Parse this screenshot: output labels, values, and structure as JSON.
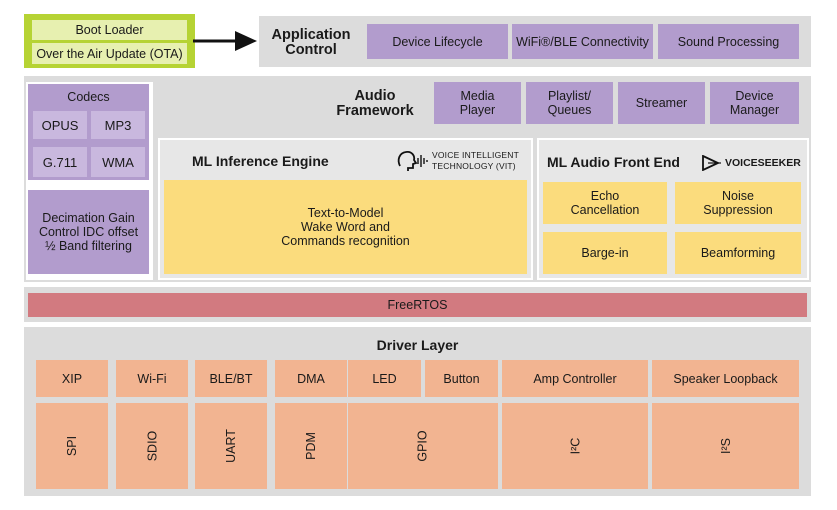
{
  "boot": {
    "boot_loader": "Boot Loader",
    "ota": "Over the Air Update (OTA)"
  },
  "app_control": {
    "title_line1": "Application",
    "title_line2": "Control",
    "items": [
      "Device Lifecycle",
      "WiFi®/BLE Connectivity",
      "Sound Processing"
    ]
  },
  "codecs": {
    "title": "Codecs",
    "items": [
      "OPUS",
      "MP3",
      "G.711",
      "WMA"
    ],
    "decimation": [
      "Decimation Gain",
      "Control IDC offset",
      "½ Band filtering"
    ]
  },
  "audio_framework": {
    "title_line1": "Audio",
    "title_line2": "Framework",
    "items": [
      {
        "l1": "Media",
        "l2": "Player"
      },
      {
        "l1": "Playlist/",
        "l2": "Queues"
      },
      {
        "l1": "Streamer",
        "l2": ""
      },
      {
        "l1": "Device",
        "l2": "Manager"
      }
    ]
  },
  "ml_inference": {
    "title": "ML Inference Engine",
    "vit_line1": "VOICE INTELLIGENT",
    "vit_line2": "TECHNOLOGY (VIT)",
    "body": [
      "Text-to-Model",
      "Wake Word and",
      "Commands recognition"
    ]
  },
  "ml_frontend": {
    "title": "ML Audio Front End",
    "brand": "VOICESEEKER",
    "items": [
      {
        "l1": "Echo",
        "l2": "Cancellation"
      },
      {
        "l1": "Noise",
        "l2": "Suppression"
      },
      {
        "l1": "Barge-in",
        "l2": ""
      },
      {
        "l1": "Beamforming",
        "l2": ""
      }
    ]
  },
  "rtos": {
    "label": "FreeRTOS"
  },
  "driver": {
    "title": "Driver Layer",
    "top": [
      "XIP",
      "Wi-Fi",
      "BLE/BT",
      "DMA",
      "LED",
      "Button",
      "Amp Controller",
      "Speaker Loopback"
    ],
    "bottom": [
      "SPI",
      "SDIO",
      "UART",
      "PDM",
      "GPIO",
      "I²C",
      "I²S"
    ]
  },
  "colors": {
    "purple": "#b29ccd",
    "yellow": "#fbdc7d",
    "salmon": "#f2b491",
    "rtos": "#d27a80",
    "panel": "#dcdcdc",
    "boot_border": "#b6d334"
  }
}
